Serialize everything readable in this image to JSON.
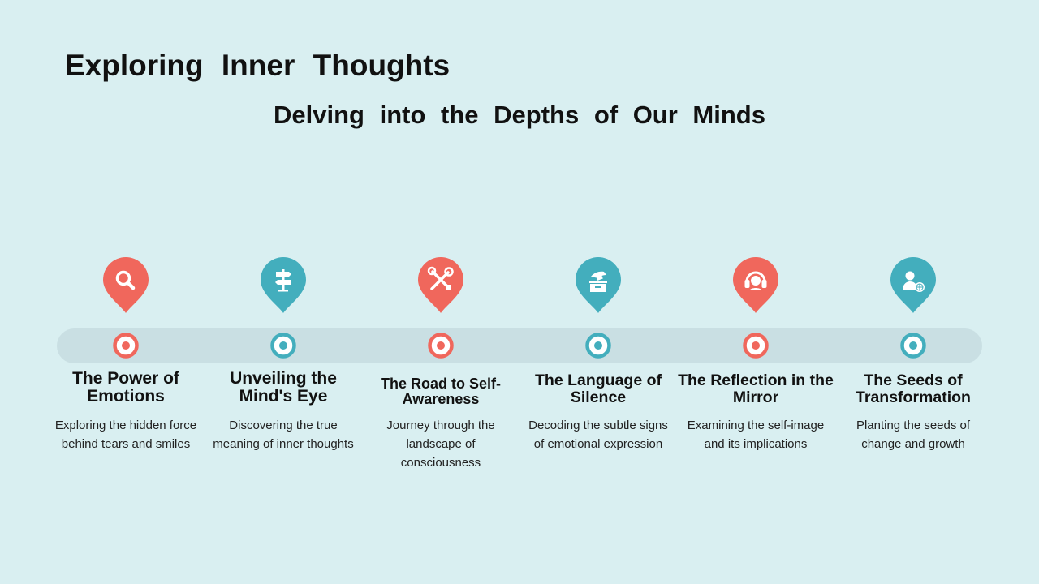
{
  "title": "Exploring Inner Thoughts",
  "subtitle": "Delving into the Depths of Our Minds",
  "colors": {
    "background": "#d9eff1",
    "track": "#c9dfe3",
    "coral": "#f0675c",
    "teal": "#43aebd"
  },
  "steps": [
    {
      "title": "The Power of Emotions",
      "description": "Exploring the hidden force behind tears and smiles",
      "icon": "magnifier-icon",
      "color": "coral"
    },
    {
      "title": "Unveiling the Mind's Eye",
      "description": "Discovering the true meaning of inner thoughts",
      "icon": "signpost-icon",
      "color": "teal"
    },
    {
      "title": "The Road to Self-Awareness",
      "description": "Journey through the landscape of consciousness",
      "icon": "tools-icon",
      "color": "coral"
    },
    {
      "title": "The Language of Silence",
      "description": "Decoding the subtle signs of emotional expression",
      "icon": "ballot-box-icon",
      "color": "teal"
    },
    {
      "title": "The Reflection in the Mirror",
      "description": "Examining the self-image and its implications",
      "icon": "headset-icon",
      "color": "coral"
    },
    {
      "title": "The Seeds of Transformation",
      "description": "Planting the seeds of change and growth",
      "icon": "user-globe-icon",
      "color": "teal"
    }
  ]
}
